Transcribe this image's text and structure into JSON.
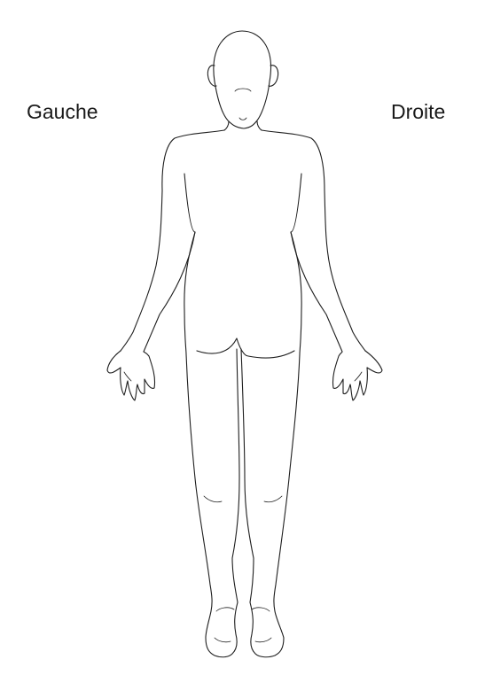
{
  "labels": {
    "left": "Gauche",
    "right": "Droite"
  },
  "figure": {
    "view": "back",
    "stroke_color": "#1e1e1e",
    "background_color": "#ffffff"
  }
}
